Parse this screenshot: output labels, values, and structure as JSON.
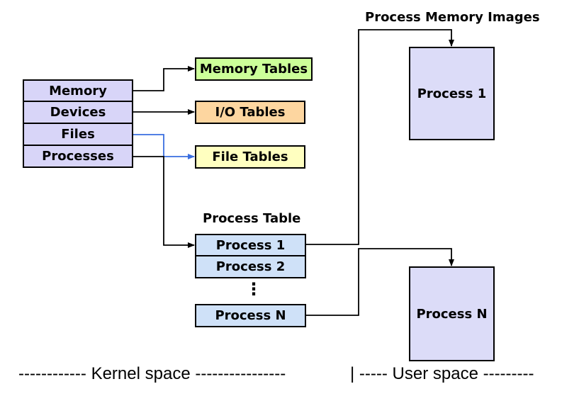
{
  "resources": [
    "Memory",
    "Devices",
    "Files",
    "Processes"
  ],
  "tables": {
    "memory": "Memory Tables",
    "io": "I/O Tables",
    "file": "File Tables"
  },
  "process_table": {
    "title": "Process Table",
    "entries": [
      "Process 1",
      "Process 2",
      "Process N"
    ],
    "ellipsis": "⋮"
  },
  "images": {
    "title": "Process Memory Images",
    "process_1": "Process 1",
    "process_n": "Process N"
  },
  "footer": {
    "kernel": "------------ Kernel space ----------------",
    "user": "| ----- User space ---------"
  },
  "colors": {
    "resource_fill": "#d8d5f8",
    "memory_tables": "#ccff99",
    "io_tables": "#fdd6a0",
    "file_tables": "#ffffc0",
    "process_table": "#cfe1f8",
    "process_image": "#dcdcf8",
    "files_link": "#3a6fe0"
  }
}
